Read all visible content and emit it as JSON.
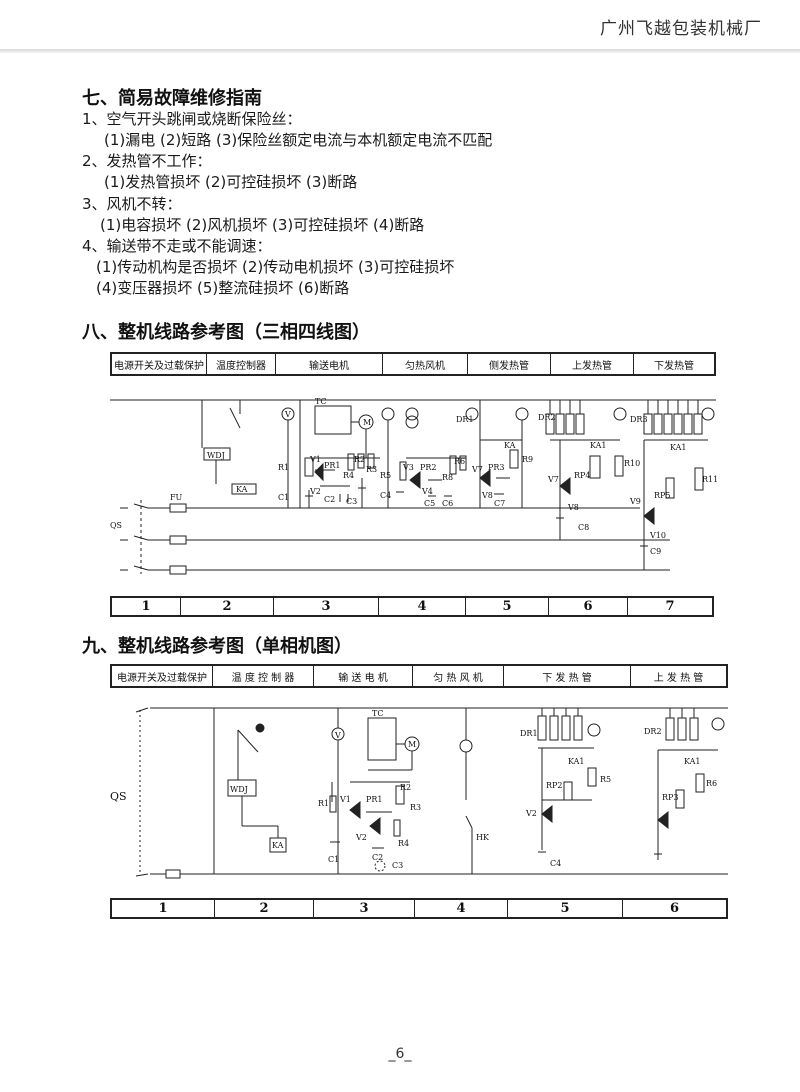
{
  "header": {
    "company": "广州飞越包装机械厂"
  },
  "section7": {
    "title": "七、简易故障维修指南",
    "lines": [
      "1、空气开头跳闸或烧断保险丝：",
      "(1)漏电 (2)短路 (3)保险丝额定电流与本机额定电流不匹配",
      "2、发热管不工作：",
      "(1)发热管损坏 (2)可控硅损坏 (3)断路",
      "3、风机不转：",
      "(1)电容损坏 (2)风机损坏 (3)可控硅损坏 (4)断路",
      "4、输送带不走或不能调速：",
      "(1)传动机构是否损坏 (2)传动电机损坏 (3)可控硅损坏",
      "(4)变压器损坏 (5)整流硅损坏 (6)断路"
    ]
  },
  "section8": {
    "title": "八、整机线路参考图（三相四线图）",
    "strip": [
      "电源开关及过载保护",
      "温度控制器",
      "输送电机",
      "匀热风机",
      "侧发热管",
      "上发热管",
      "下发热管"
    ],
    "numbers": [
      "1",
      "2",
      "3",
      "4",
      "5",
      "6",
      "7"
    ],
    "labels": {
      "FU": "FU",
      "QS": "QS",
      "WDJ": "WDJ",
      "KA": "KA",
      "TC": "TC",
      "M": "M",
      "V": "V",
      "R1": "R1",
      "V1": "V1",
      "PR1": "PR1",
      "R2": "R2",
      "R3": "R3",
      "R4": "R4",
      "V2": "V2",
      "C1": "C1",
      "C2": "C2",
      "C3": "C3",
      "R5": "R5",
      "V3": "V3",
      "PR2": "PR2",
      "R6": "R6",
      "R8": "R8",
      "V4": "V4",
      "C4": "C4",
      "C5": "C5",
      "C6": "C6",
      "DR1": "DR1",
      "KA1": "KA",
      "V7": "V7",
      "PR3": "PR3",
      "R9": "R9",
      "V8": "V8",
      "C7": "C7",
      "DR2": "DR2",
      "KA2": "KA1",
      "RP4": "RP4",
      "R10": "R10",
      "V7b": "V7",
      "V8b": "V8",
      "C8": "C8",
      "DR3": "DR3",
      "KA3": "KA1",
      "R11": "R11",
      "V9": "V9",
      "RP5": "RP5",
      "V10": "V10",
      "C9": "C9"
    }
  },
  "section9": {
    "title": "九、整机线路参考图（单相机图）",
    "strip": [
      "电源开关及过载保护",
      "温 度 控 制 器",
      "输 送 电 机",
      "匀 热 风 机",
      "下 发 热 管",
      "上 发 热 管"
    ],
    "numbers": [
      "1",
      "2",
      "3",
      "4",
      "5",
      "6"
    ],
    "labels": {
      "QS": "QS",
      "WDJ": "WDJ",
      "KA": "KA",
      "V": "V",
      "TC": "TC",
      "M": "M",
      "R1": "R1",
      "V1": "V1",
      "PR1": "PR1",
      "R2": "R2",
      "R3": "R3",
      "V2": "V2",
      "R4": "R4",
      "C1": "C1",
      "C2": "C2",
      "C3": "C3",
      "HK": "HK",
      "DR1": "DR1",
      "KA1": "KA1",
      "RP2": "RP2",
      "R5": "R5",
      "V2b": "V2",
      "C4": "C4",
      "DR2": "DR2",
      "KA1b": "KA1",
      "R6": "R6",
      "RP3": "RP3"
    }
  },
  "footer": {
    "page": "_6_"
  }
}
